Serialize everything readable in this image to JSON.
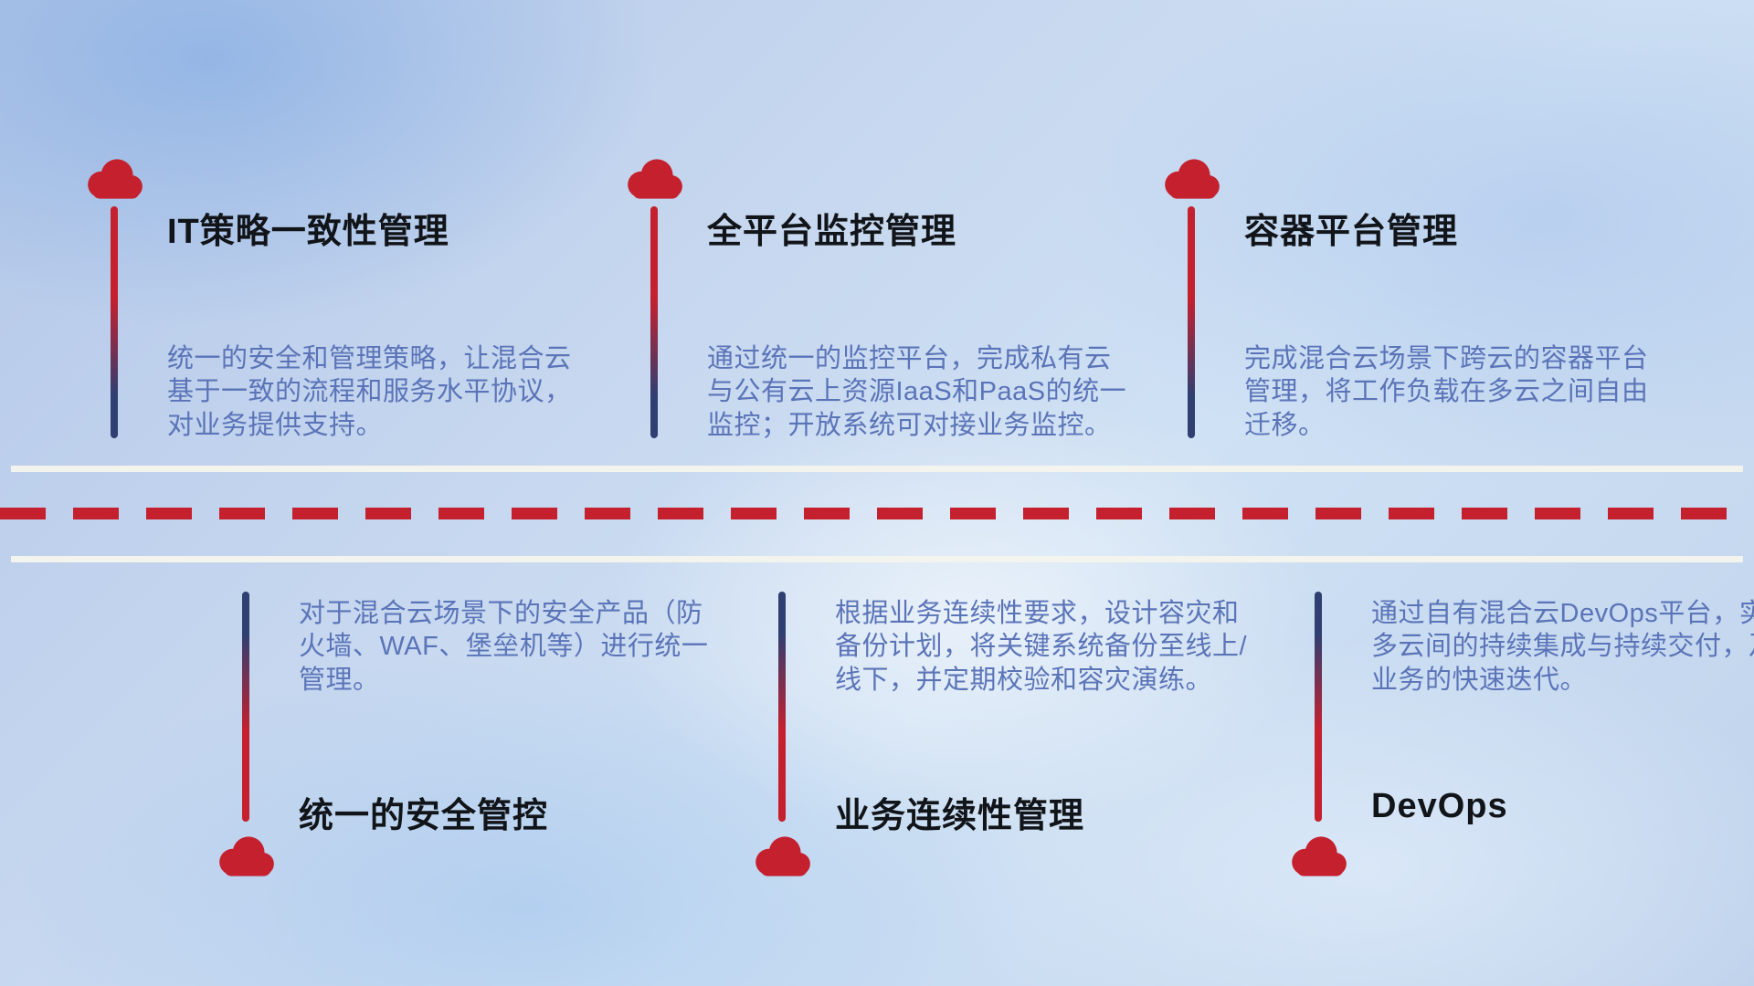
{
  "top_items": [
    {
      "title": "IT策略一致性管理",
      "desc": "统一的安全和管理策略，让混合云基于一致的流程和服务水平协议，对业务提供支持。"
    },
    {
      "title": "全平台监控管理",
      "desc": "通过统一的监控平台，完成私有云与公有云上资源IaaS和PaaS的统一监控；开放系统可对接业务监控。"
    },
    {
      "title": "容器平台管理",
      "desc": "完成混合云场景下跨云的容器平台管理，将工作负载在多云之间自由迁移。"
    }
  ],
  "bottom_items": [
    {
      "title": "统一的安全管控",
      "desc": "对于混合云场景下的安全产品（防火墙、WAF、堡垒机等）进行统一管理。"
    },
    {
      "title": "业务连续性管理",
      "desc": "根据业务连续性要求，设计容灾和备份计划，将关键系统备份至线上/线下，并定期校验和容灾演练。"
    },
    {
      "title": "DevOps",
      "desc": "通过自有混合云DevOps平台，实现多云间的持续集成与持续交付，及业务的快速迭代。"
    }
  ],
  "colors": {
    "accent_red": "#c4202e",
    "line_navy": "#2f3f72",
    "desc_blue": "#5b74b8",
    "title_black": "#111418"
  }
}
